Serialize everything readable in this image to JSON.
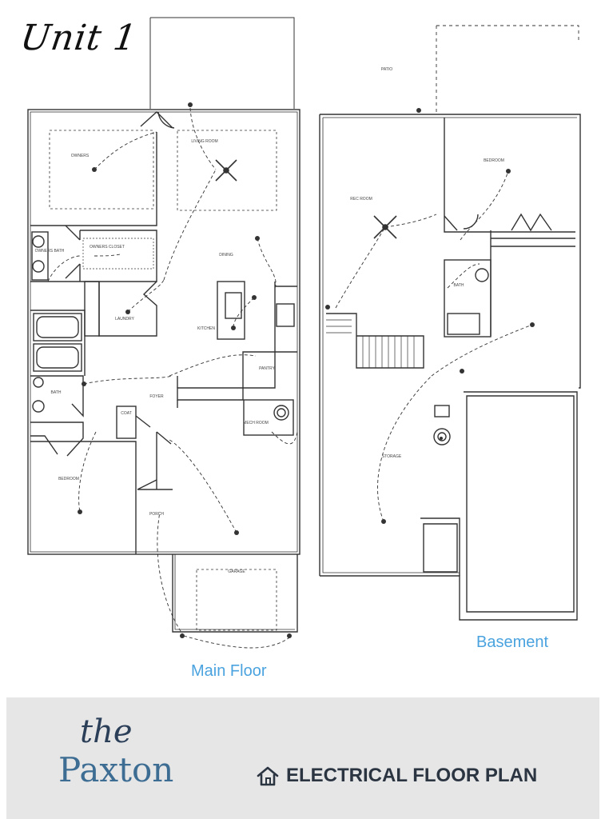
{
  "title": "Unit 1",
  "main_floor_label": "Main Floor",
  "basement_label": "Basement",
  "brand": {
    "article": "the",
    "name": "Paxton"
  },
  "plan_type": "ELECTRICAL FLOOR PLAN",
  "icons": [
    "house-icon",
    "ceiling-fan-icon",
    "light-fixture-icon"
  ],
  "colors": {
    "caption": "#4aa3df",
    "footer_bg": "#e6e6e7",
    "brand_dark": "#2b3f58",
    "brand_blue": "#3d6d93"
  },
  "rooms": {
    "owners": "OWNERS",
    "living": "LIVING ROOM",
    "dining": "DINING",
    "kitchen": "KITCHEN",
    "owners_bath": "OWNERS BATH",
    "owners_closet": "OWNERS CLOSET",
    "laundry": "LAUNDRY",
    "pantry": "PANTRY",
    "bath": "BATH",
    "bedroom_main": "BEDROOM",
    "foyer": "FOYER",
    "porch": "PORCH",
    "garage": "GARAGE",
    "coat": "COAT",
    "mech": "MECH ROOM",
    "patio": "PATIO",
    "bedroom_basement": "BEDROOM",
    "rec_room": "REC ROOM",
    "basement_bath": "BATH",
    "storage": "STORAGE"
  }
}
